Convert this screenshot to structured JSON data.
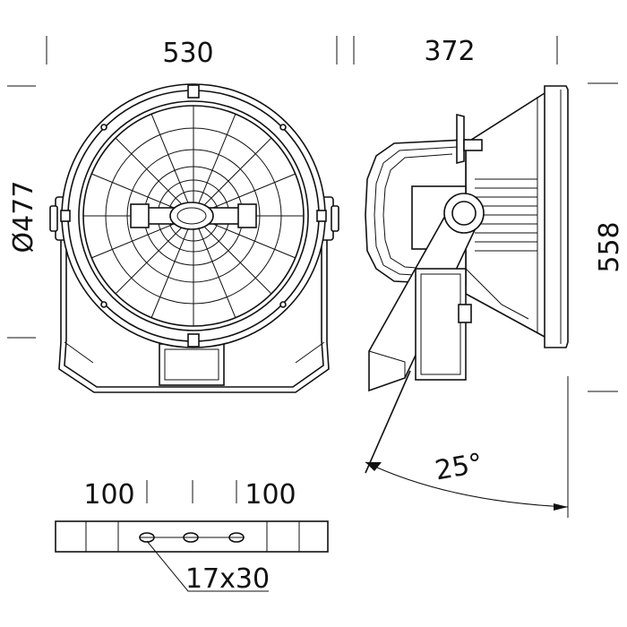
{
  "dimensions": {
    "front_width": "530",
    "side_depth": "372",
    "diameter": "Ø477",
    "height": "558",
    "tilt_angle": "25°",
    "bracket_left": "100",
    "bracket_right": "100",
    "slot_size": "17x30"
  }
}
